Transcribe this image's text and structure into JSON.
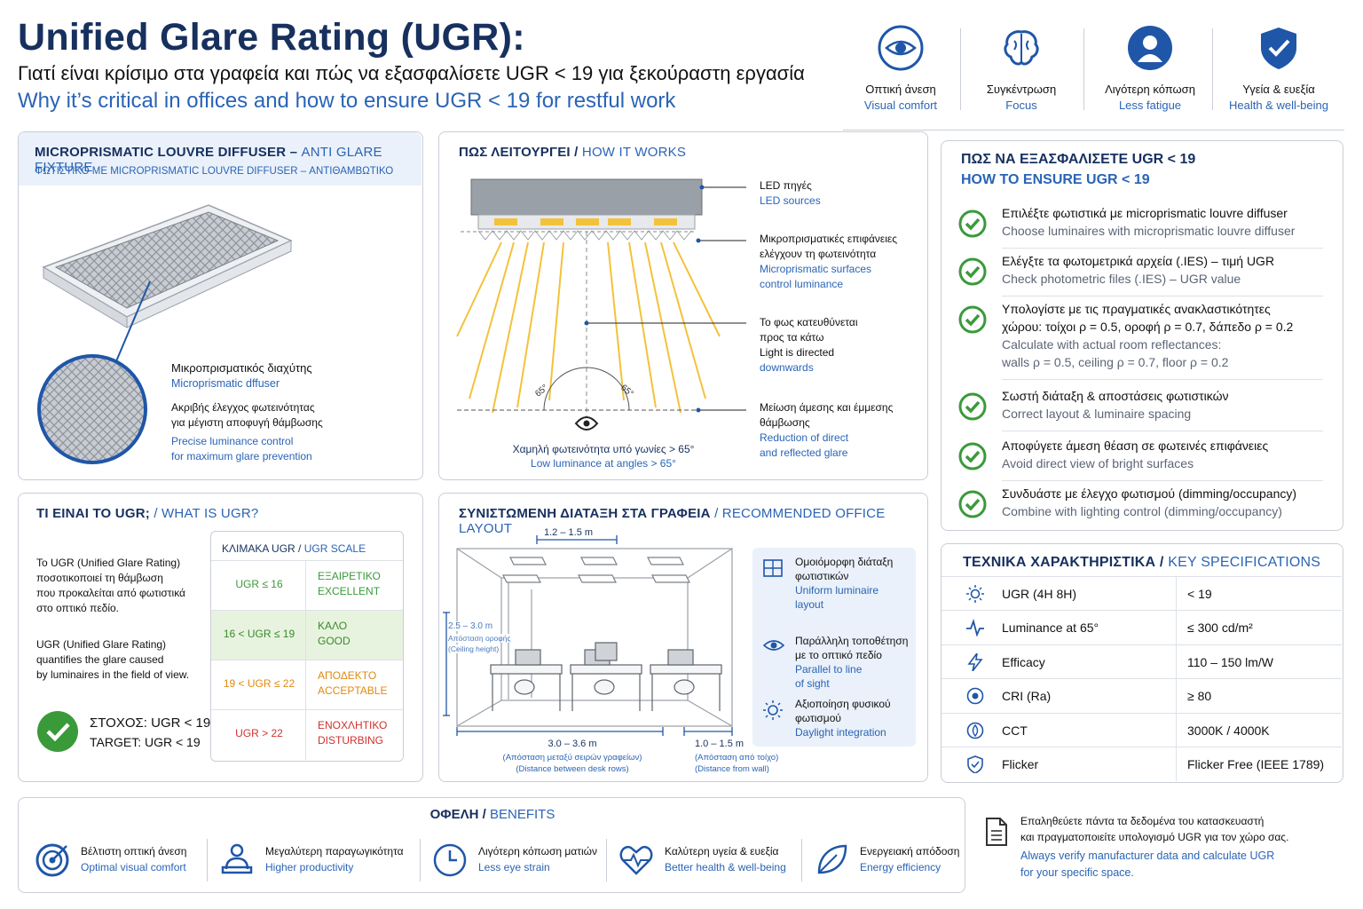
{
  "header": {
    "title": "Unified Glare Rating (UGR):",
    "subtitle_gr": "Γιατί είναι κρίσιμο στα γραφεία και πώς να εξασφαλίσετε UGR < 19 για ξεκούραστη εργασία",
    "subtitle_en": "Why it’s critical in offices and how to ensure UGR < 19 for restful work"
  },
  "top_icons": [
    {
      "icon": "eye-icon",
      "gr": "Οπτική άνεση",
      "en": "Visual comfort"
    },
    {
      "icon": "brain-icon",
      "gr": "Συγκέντρωση",
      "en": "Focus"
    },
    {
      "icon": "person-icon",
      "gr": "Λιγότερη κόπωση",
      "en": "Less fatigue"
    },
    {
      "icon": "shield-check-icon",
      "gr": "Υγεία & ευεξία",
      "en": "Health & well-being"
    }
  ],
  "diffuser": {
    "title_en_a": "MICROPRISMATIC LOUVRE DIFFUSER –",
    "title_en_b": "ANTI GLARE FIXTURE",
    "title_gr": "ΦΩΤΙΣΤΙΚΟ ΜΕ MICROPRISMATIC LOUVRE DIFFUSER – ΑΝΤΙΘΑΜΒΩΤΙΚΟ",
    "label_gr": "Μικροπρισματικός διαχύτης",
    "label_en": "Microprismatic dffuser",
    "desc_gr_1": "Ακριβής έλεγχος φωτεινότητας",
    "desc_gr_2": "για μέγιστη αποφυγή θάμβωσης",
    "desc_en_1": "Precise luminance control",
    "desc_en_2": "for maximum glare prevention"
  },
  "how": {
    "title_gr": "ΠΩΣ ΛΕΙΤΟΥΡΓΕΙ /",
    "title_en": "HOW IT WORKS",
    "led_gr": "LED πηγές",
    "led_en": "LED sources",
    "micro_gr_1": "Μικροπρισματικές επιφάνειες",
    "micro_gr_2": "ελέγχουν τη φωτεινότητα",
    "micro_en_1": "Microprismatic surfaces",
    "micro_en_2": "control luminance",
    "down_gr_1": "Το φως κατευθύνεται",
    "down_gr_2": "προς τα κάτω",
    "down_en_1": "Light is directed",
    "down_en_2": "downwards",
    "red_gr_1": "Μείωση άμεσης και έμμεσης",
    "red_gr_2": "θάμβωσης",
    "red_en_1": "Reduction of direct",
    "red_en_2": "and reflected glare",
    "angle_l": "65°",
    "angle_r": "65°",
    "low_gr": "Χαμηλή φωτεινότητα υπό γωνίες > 65°",
    "low_en": "Low luminance at angles > 65°"
  },
  "ensure": {
    "title_gr": "ΠΩΣ ΝΑ ΕΞΑΣΦΑΛΙΣΕΤΕ UGR < 19",
    "title_en": "HOW TO ENSURE UGR < 19",
    "items": [
      {
        "gr": "Επιλέξτε φωτιστικά με microprismatic louvre diffuser",
        "en": "Choose luminaires with microprismatic louvre diffuser"
      },
      {
        "gr": "Ελέγξτε τα φωτομετρικά αρχεία (.IES) – τιμή UGR",
        "en": "Check photometric files (.IES) – UGR value"
      },
      {
        "gr": "Υπολογίστε με τις πραγματικές ανακλαστικότητες",
        "gr2": "χώρου: τοίχοι ρ = 0.5, οροφή ρ = 0.7, δάπεδο ρ = 0.2",
        "en": "Calculate with actual room reflectances:",
        "en2": "walls ρ = 0.5, ceiling ρ = 0.7, floor ρ = 0.2"
      },
      {
        "gr": "Σωστή διάταξη & αποστάσεις φωτιστικών",
        "en": "Correct layout & luminaire spacing"
      },
      {
        "gr": "Αποφύγετε άμεση θέαση σε φωτεινές επιφάνειες",
        "en": "Avoid direct view of bright surfaces"
      },
      {
        "gr": "Συνδυάστε με έλεγχο φωτισμού (dimming/occupancy)",
        "en": "Combine with lighting control (dimming/occupancy)"
      }
    ]
  },
  "what": {
    "title_gr": "ΤΙ ΕΙΝΑΙ ΤΟ UGR;",
    "title_en": "/ WHAT IS UGR?",
    "p_gr_1": "Το UGR (Unified Glare Rating)",
    "p_gr_2": "ποσοτικοποιεί τη θάμβωση",
    "p_gr_3": "που προκαλείται από φωτιστικά",
    "p_gr_4": "στο οπτικό πεδίο.",
    "p_en_1": "UGR (Unified Glare Rating)",
    "p_en_2": "quantifies the glare caused",
    "p_en_3": "by luminaires in the field of view.",
    "target_gr": "ΣΤΟΧΟΣ: UGR < 19",
    "target_en": "TARGET: UGR < 19",
    "scale_title_gr": "ΚΛΙΜΑΚΑ UGR /",
    "scale_title_en": "UGR SCALE",
    "scale": [
      {
        "range": "UGR ≤ 16",
        "gr": "ΕΞΑΙΡΕΤΙΚΟ",
        "en": "EXCELLENT",
        "color": "#3a9a3a",
        "bg": "#ffffff"
      },
      {
        "range": "16 < UGR ≤ 19",
        "gr": "ΚΑΛΟ",
        "en": "GOOD",
        "color": "#3a8a2a",
        "bg": "#e7f3df"
      },
      {
        "range": "19 < UGR ≤ 22",
        "gr": "ΑΠΟΔΕΚΤΟ",
        "en": "ACCEPTABLE",
        "color": "#e08a10",
        "bg": "#ffffff"
      },
      {
        "range": "UGR > 22",
        "gr": "ΕΝΟΧΛΗΤΙΚΟ",
        "en": "DISTURBING",
        "color": "#d0312d",
        "bg": "#ffffff"
      }
    ]
  },
  "layout": {
    "title_gr": "ΣΥΝΙΣΤΩΜΕΝΗ ΔΙΑΤΑΞΗ ΣΤΑ ΓΡΑΦΕΙΑ",
    "title_en": "/ RECOMMENDED OFFICE LAYOUT",
    "dim_top": "1.2 – 1.5 m",
    "dim_left_1": "2.5 – 3.0 m",
    "dim_left_2": "Απόσταση οροφής",
    "dim_left_3": "(Ceiling height)",
    "dim_bottom": "3.0 – 3.6 m",
    "dim_bottom_gr": "(Απόσταση μεταξύ σειρών γραφείων)",
    "dim_bottom_en": "(Distance between desk rows)",
    "dim_wall": "1.0 – 1.5 m",
    "dim_wall_gr": "(Απόσταση από τοίχο)",
    "dim_wall_en": "(Distance from wall)",
    "side": [
      {
        "icon": "grid-icon",
        "gr1": "Ομοιόμορφη διάταξη",
        "gr2": "φωτιστικών",
        "en1": "Uniform luminaire",
        "en2": "layout"
      },
      {
        "icon": "eye-icon",
        "gr1": "Παράλληλη τοποθέτηση",
        "gr2": "με το οπτικό πεδίο",
        "en1": "Parallel to line",
        "en2": "of sight"
      },
      {
        "icon": "sun-icon",
        "gr1": "Αξιοποίηση φυσικού",
        "gr2": "φωτισμού",
        "en1": "Daylight integration",
        "en2": ""
      }
    ]
  },
  "specs": {
    "title_gr": "ΤΕΧΝΙΚΑ ΧΑΡΑΚΤΗΡΙΣΤΙΚΑ /",
    "title_en": "KEY SPECIFICATIONS",
    "rows": [
      {
        "icon": "sun-icon",
        "label": "UGR (4H 8H)",
        "value": "< 19"
      },
      {
        "icon": "pulse-icon",
        "label": "Luminance at 65°",
        "value": "≤ 300 cd/m²"
      },
      {
        "icon": "bolt-icon",
        "label": "Efficacy",
        "value": "110 – 150 lm/W"
      },
      {
        "icon": "cri-icon",
        "label": "CRI (Ra)",
        "value": "≥ 80"
      },
      {
        "icon": "leaf-icon",
        "label": "CCT",
        "value": "3000K / 4000K"
      },
      {
        "icon": "shield-icon",
        "label": "Flicker",
        "value": "Flicker Free (IEEE 1789)"
      }
    ]
  },
  "benefits": {
    "title_gr": "ΟΦΕΛΗ /",
    "title_en": "BENEFITS",
    "items": [
      {
        "icon": "target-icon",
        "gr": "Βέλτιστη οπτική άνεση",
        "en": "Optimal visual comfort"
      },
      {
        "icon": "worker-icon",
        "gr": "Μεγαλύτερη παραγωγικότητα",
        "en": "Higher productivity"
      },
      {
        "icon": "clock-icon",
        "gr": "Λιγότερη κόπωση ματιών",
        "en": "Less eye strain"
      },
      {
        "icon": "heart-pulse-icon",
        "gr": "Καλύτερη υγεία & ευεξία",
        "en": "Better health & well-being"
      },
      {
        "icon": "leaf-icon",
        "gr": "Ενεργειακή απόδοση",
        "en": "Energy efficiency"
      }
    ]
  },
  "note": {
    "gr1": "Επαληθεύετε πάντα τα δεδομένα του κατασκευαστή",
    "gr2": "και πραγματοποιείτε υπολογισμό UGR για τον χώρο σας.",
    "en1": "Always verify manufacturer data and calculate UGR",
    "en2": "for your specific space."
  }
}
